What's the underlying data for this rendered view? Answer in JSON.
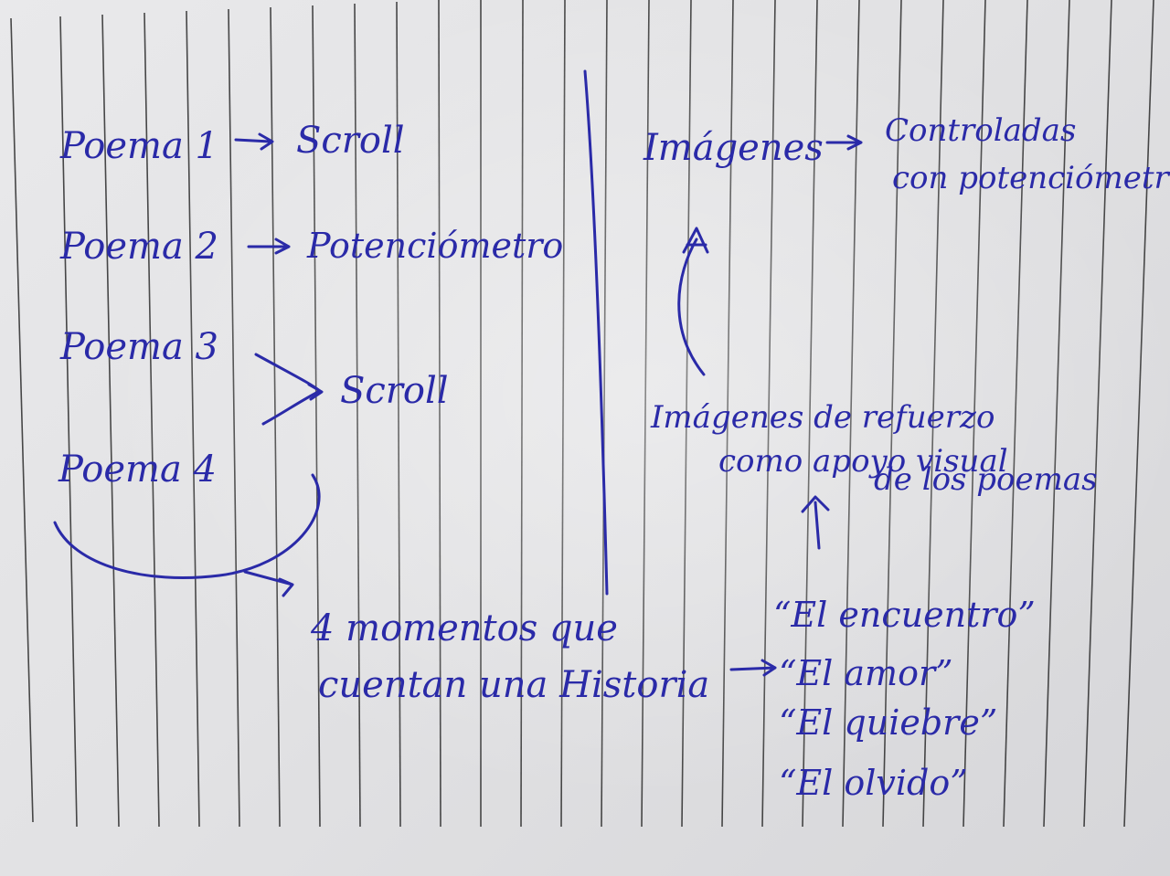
{
  "notes": {
    "left_column": [
      {
        "poem": "Poema 1",
        "interaction": "Scroll"
      },
      {
        "poem": "Poema 2",
        "interaction": "Potenciómetro"
      },
      {
        "poem": "Poema 3"
      },
      {
        "poem": "Poema 4"
      }
    ],
    "shared_interaction": "Scroll",
    "story": {
      "line1": "4 momentos que",
      "line2": "cuentan una Historia"
    },
    "moments": [
      "“El encuentro”",
      "“El amor”",
      "“El quiebre”",
      "“El olvido”"
    ],
    "right_column": {
      "images_label": "Imágenes",
      "images_control_line1": "Controladas",
      "images_control_line2": "con potenciómetro.",
      "support_line1": "Imágenes de refuerzo",
      "support_line2": "como apoyo visual",
      "support_line3": "de los poemas"
    }
  },
  "colors": {
    "ink": "#2a2aa8",
    "paper": "#e6e6e8",
    "rule_lines": "#2b2b2b"
  }
}
